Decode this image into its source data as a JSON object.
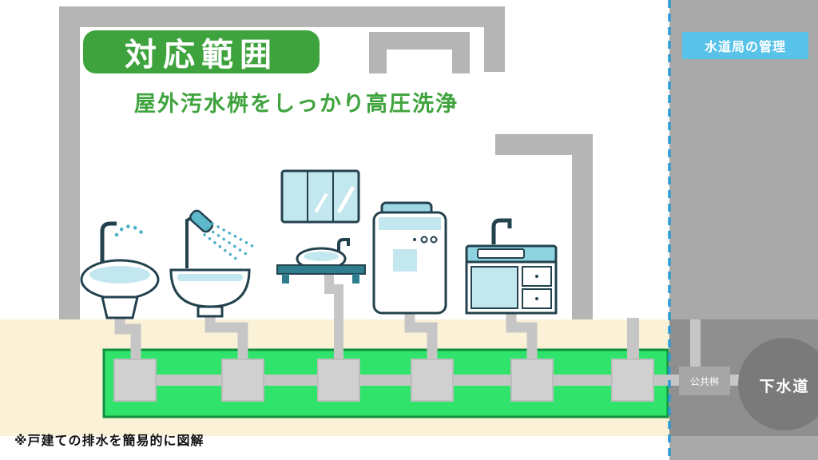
{
  "title": "対応範囲",
  "subtitle": "屋外汚水桝をしっかり高圧洗浄",
  "management_badge": "水道局の管理",
  "labels": {
    "public_basin": "公共桝",
    "sewer": "下水道"
  },
  "note": "※戸建ての排水を簡易的に図解",
  "colors": {
    "scope_green": "#3fa33d",
    "highlight_green": "#2fe36b",
    "badge_blue": "#58c2e8",
    "boundary_blue": "#2d9bd4",
    "underground_beige": "#faf1d7",
    "public_area_gray": "#a9a9a9",
    "wall_gray": "#b5b5b5",
    "fixture_teal": "#c3e7ee"
  },
  "icons": [
    "toilet-icon",
    "shower-basin-icon",
    "washbasin-mirror-icon",
    "water-heater-icon",
    "kitchen-sink-icon",
    "drain-basin-icon",
    "sewer-circle-icon"
  ]
}
